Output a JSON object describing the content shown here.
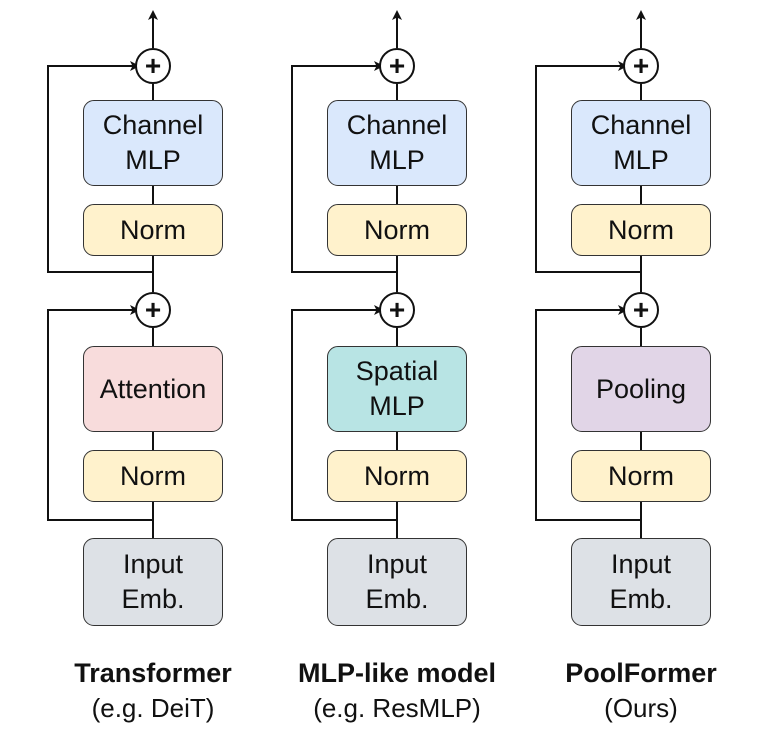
{
  "colors": {
    "channel_mlp": "#dae8fc",
    "norm": "#fff2cc",
    "attention": "#f8dcdc",
    "spatial_mlp": "#b8e4e4",
    "pooling": "#e1d5e7",
    "input_emb": "#dde1e6",
    "stroke": "#333333"
  },
  "columns": [
    {
      "token_mixer_line1": "Attention",
      "token_mixer_line2": "",
      "token_mixer_color": "#f8dcdc",
      "caption_title": "Transformer",
      "caption_sub": "(e.g. DeiT)"
    },
    {
      "token_mixer_line1": "Spatial",
      "token_mixer_line2": "MLP",
      "token_mixer_color": "#b8e4e4",
      "caption_title": "MLP-like model",
      "caption_sub": "(e.g. ResMLP)"
    },
    {
      "token_mixer_line1": "Pooling",
      "token_mixer_line2": "",
      "token_mixer_color": "#e1d5e7",
      "caption_title": "PoolFormer",
      "caption_sub": "(Ours)"
    }
  ],
  "labels": {
    "channel_line1": "Channel",
    "channel_line2": "MLP",
    "norm": "Norm",
    "input_line1": "Input",
    "input_line2": "Emb.",
    "plus": "+"
  },
  "icons": {
    "add": "plus-circle-icon",
    "arrow": "arrow-up-icon"
  }
}
